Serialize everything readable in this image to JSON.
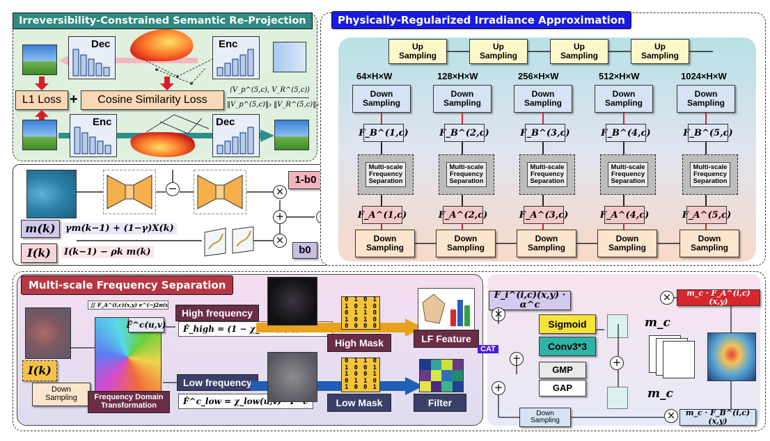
{
  "panels": {
    "top_left_title": "Irreversibility-Constrained Semantic Re-Projection",
    "top_right_title": "Physically-Regularized Irradiance Approximation",
    "bottom_left_title": "Multi-scale Frequency Separation"
  },
  "reproj": {
    "dec": "Dec",
    "enc": "Enc",
    "l1": "L1 Loss",
    "plus": "+",
    "cos": "Cosine Similarity Loss",
    "cos_formula_top": "⟨V_p^(5,c), V_R^(5,c)⟩",
    "cos_formula_bot": "‖V_p^(5,c)‖₂ ‖V_R^(5,c)‖₂"
  },
  "middle_left": {
    "m_label": "m(k)",
    "m_eq": "γm(k−1) + (1−γ)X(k)",
    "i_label": "I(k)",
    "i_eq": "I(k−1) − ρk m(k)",
    "one_minus_b0": "1-b0",
    "b0": "b0"
  },
  "pria": {
    "up_label": "Up\nSampling",
    "down_label": "Down\nSampling",
    "msfs_label": "Multi-scale\nFrequency\nSeparation",
    "scales": [
      "64×H×W",
      "128×H×W",
      "256×H×W",
      "512×H×W",
      "1024×H×W"
    ],
    "fb": [
      "F_B^(1,c)",
      "F_B^(2,c)",
      "F_B^(3,c)",
      "F_B^(4,c)",
      "F_B^(5,c)"
    ],
    "fa": [
      "F_A^(1,c)",
      "F_A^(2,c)",
      "F_A^(3,c)",
      "F_A^(4,c)",
      "F_A^(5,c)"
    ]
  },
  "mfs": {
    "integral": "∬ F_A^(i,c)(x,y) e^(−j2π(ux+vy)) dxdy",
    "fhat": "F̂^c(u,v)",
    "high_freq": "High frequency",
    "high_eq": "F̂_high = (1 − χ_low(u,v)) · F̂^c",
    "low_freq": "Low frequency",
    "low_eq": "F̂^c_low = χ_low(u,v) · F̂^c",
    "high_mask": "High Mask",
    "low_mask": "Low Mask",
    "lf_feature": "LF Feature",
    "filter": "Filter",
    "ik": "I(k)",
    "down_sampling": "Down\nSampling",
    "fdt": "Frequency Domain\nTransformation",
    "mask_high": [
      "0101",
      "1010",
      "0110",
      "1010",
      "0000"
    ],
    "mask_low": [
      "0110",
      "1001",
      "1001",
      "0110",
      "1001"
    ]
  },
  "fusion": {
    "fi_alpha": "F_i^(i,c)(x,y) · α^c",
    "sigmoid": "Sigmoid",
    "conv": "Conv3*3",
    "gmp": "GMP",
    "gap": "GAP",
    "cat": "CAT",
    "mc_top": "m_c",
    "mc_bot": "m_c",
    "mc_fa": "m_c · F_A^(i,c)(x,y)",
    "mc_fb": "m_c · F_B^(i,c)(x,y)",
    "down_sampling": "Down\nSampling"
  },
  "colors": {
    "teal_header": "#2f8a80",
    "blue_header": "#1a1ae0",
    "red_header": "#b73646",
    "dark_label": "#6a2d46",
    "navy_label": "#3a3f6a"
  }
}
